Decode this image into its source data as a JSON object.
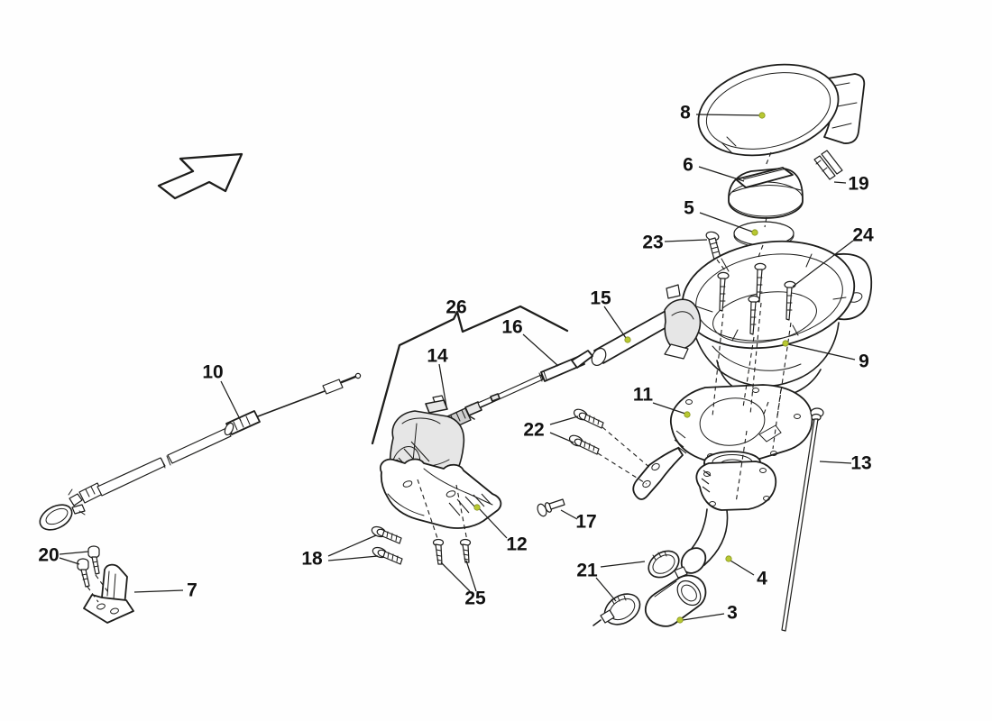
{
  "diagram": {
    "type": "exploded-parts-diagram",
    "icons": {
      "direction_arrow": "up-right-outline-arrow"
    },
    "colors": {
      "line": "#1d1d1b",
      "callout_dot": "#b8c832",
      "background": "#fefefe",
      "shade": "#e6e6e6",
      "label_text": "#111111"
    },
    "callouts": {
      "n3": {
        "label": "3"
      },
      "n4": {
        "label": "4"
      },
      "n5": {
        "label": "5"
      },
      "n6": {
        "label": "6"
      },
      "n7": {
        "label": "7"
      },
      "n8": {
        "label": "8"
      },
      "n9": {
        "label": "9"
      },
      "n10": {
        "label": "10"
      },
      "n11": {
        "label": "11"
      },
      "n12": {
        "label": "12"
      },
      "n13": {
        "label": "13"
      },
      "n14": {
        "label": "14"
      },
      "n15": {
        "label": "15"
      },
      "n16": {
        "label": "16"
      },
      "n17": {
        "label": "17"
      },
      "n18": {
        "label": "18"
      },
      "n19": {
        "label": "19"
      },
      "n20": {
        "label": "20"
      },
      "n21": {
        "label": "21"
      },
      "n22": {
        "label": "22"
      },
      "n23": {
        "label": "23"
      },
      "n24": {
        "label": "24"
      },
      "n25": {
        "label": "25"
      },
      "n26": {
        "label": "26"
      }
    }
  }
}
